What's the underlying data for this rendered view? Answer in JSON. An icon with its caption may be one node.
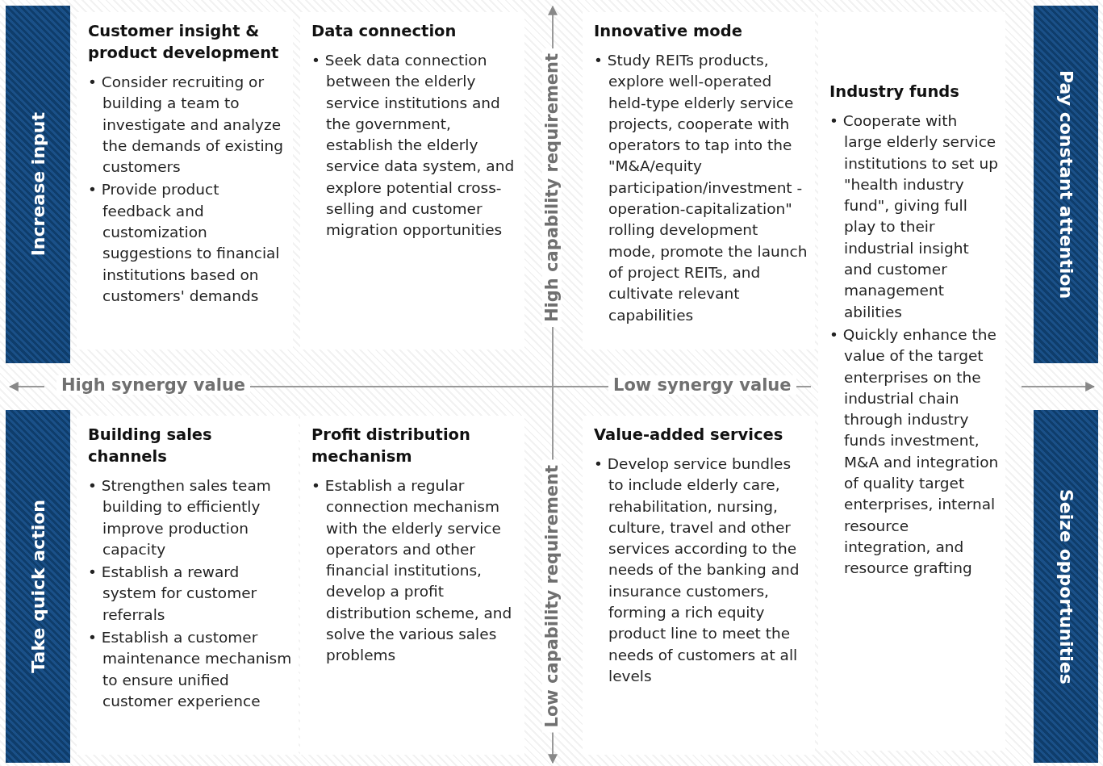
{
  "diagram": {
    "nodes": [
      {
        "text": [
          "Increase input"
        ]
      },
      {
        "text": [
          "Customer insight & product development",
          "• Consider recruiting or building a team to investigate and analyze the demands of existing customers",
          "• Provide product feedback and customization suggestions to financial institutions based on customers' demands"
        ]
      },
      {
        "text": [
          "Data connection",
          "• Seek data connection between the elderly service institutions and the government, establish the elderly service data system, and explore potential cross-selling and customer migration opportunities"
        ]
      },
      {
        "text": [
          "Innovative mode",
          "• Study REITs products, explore well-operated held-type elderly service projects, cooperate with operators to tap into the \"M&A/equity participation/investment -operation-capitalization\" rolling development mode, promote the launch of project REITs, and cultivate relevant capabilities"
        ]
      },
      {
        "text": [
          "Industry funds",
          "• Cooperate with large elderly service institutions to set up \"health industry fund\", giving full play to their industrial insight and customer management abilities",
          "• Quickly enhance the value of the target enterprises on the industrial chain through industry funds investment, M&A and integration of quality target enterprises, internal resource integration, and resource grafting"
        ]
      },
      {
        "text": [
          "Pay constant attention"
        ]
      },
      {
        "text": [
          "Take quick action"
        ]
      },
      {
        "text": [
          "Building sales channels",
          "• Strengthen sales team building to efficiently improve production capacity",
          "• Establish a reward system for customer referrals",
          "• Establish a customer maintenance mechanism to ensure unified customer experience"
        ]
      },
      {
        "text": [
          "Profit distribution mechanism",
          "• Establish a regular connection mechanism with the elderly service operators and other financial institutions, develop a profit distribution scheme, and solve the various sales problems"
        ]
      },
      {
        "text": [
          "Value-added services",
          "• Develop service bundles to include elderly care, rehabilitation, nursing, culture, travel and other services according to the needs of the banking and insurance customers, forming a rich equity product line to meet the needs of customers at all levels"
        ]
      },
      {
        "text": [
          "Seize opportunities"
        ]
      }
    ],
    "labels": [
      "High capability requirement",
      "High synergy value",
      "Low synergy value",
      "Low capability requirement"
    ]
  }
}
